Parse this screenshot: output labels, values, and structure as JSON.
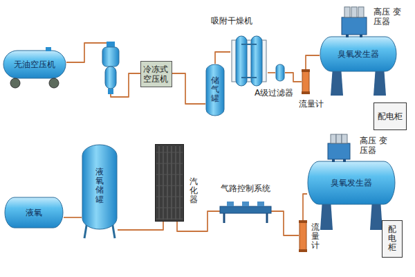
{
  "diagram": {
    "nodes": [
      {
        "text": [
          "无油空压机"
        ]
      },
      {
        "text": [
          "冷冻式 空压机"
        ]
      },
      {
        "text": [
          "储气罐"
        ]
      },
      {
        "text": [
          "吸附干燥机"
        ]
      },
      {
        "text": [
          "A级过滤器"
        ]
      },
      {
        "text": [
          "流量计"
        ]
      },
      {
        "text": [
          "臭氧发生器"
        ]
      },
      {
        "text": [
          "高压 变压器"
        ]
      },
      {
        "text": [
          "配电柜"
        ]
      },
      {
        "text": [
          "液氧"
        ]
      },
      {
        "text": [
          "液氧储罐"
        ]
      },
      {
        "text": [
          "汽化器"
        ]
      },
      {
        "text": [
          "气路控制系统"
        ]
      },
      {
        "text": [
          "流量计"
        ]
      },
      {
        "text": [
          "臭氧发生器"
        ]
      },
      {
        "text": [
          "高压 变压器"
        ]
      },
      {
        "text": [
          "配电柜"
        ]
      }
    ],
    "edges": [
      {
        "from": 0,
        "to": 1,
        "arrow": "none"
      },
      {
        "from": 1,
        "to": 2,
        "arrow": "none"
      },
      {
        "from": 2,
        "to": 3,
        "arrow": "none"
      },
      {
        "from": 3,
        "to": 4,
        "arrow": "none"
      },
      {
        "from": 4,
        "to": 5,
        "arrow": "none"
      },
      {
        "from": 5,
        "to": 6,
        "arrow": "none"
      },
      {
        "from": 9,
        "to": 10,
        "arrow": "none"
      },
      {
        "from": 10,
        "to": 11,
        "arrow": "none"
      },
      {
        "from": 11,
        "to": 12,
        "arrow": "none"
      },
      {
        "from": 12,
        "to": 13,
        "arrow": "none"
      },
      {
        "from": 13,
        "to": 14,
        "arrow": "none"
      }
    ]
  }
}
